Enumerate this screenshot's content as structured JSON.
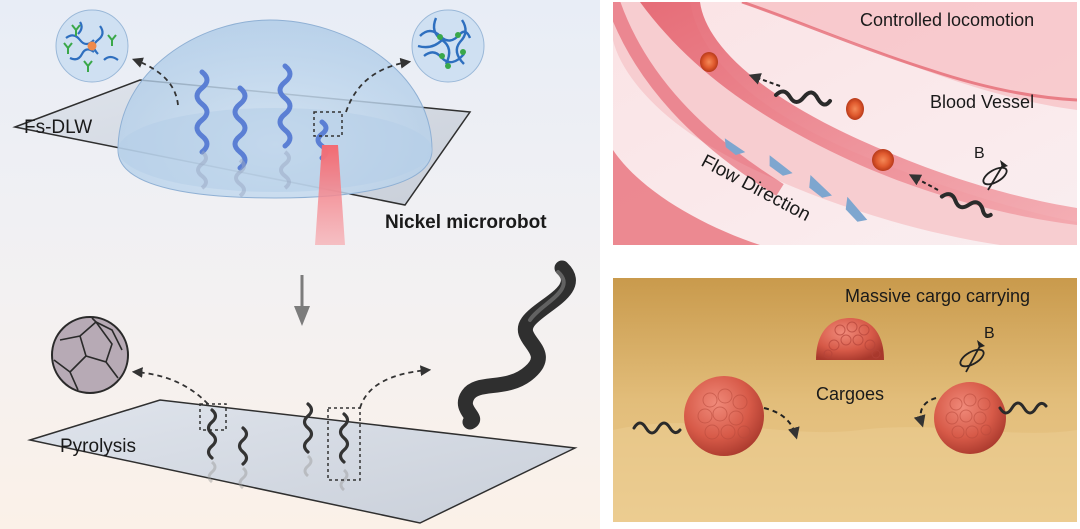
{
  "labels": {
    "fs_dlw": "Fs-DLW",
    "pyrolysis": "Pyrolysis",
    "nickel_microrobot": "Nickel microrobot",
    "controlled_locomotion": "Controlled locomotion",
    "blood_vessel": "Blood Vessel",
    "flow_direction": "Flow Direction",
    "b_field_vessel": "B",
    "massive_cargo_carrying": "Massive cargo carrying",
    "cargoes": "Cargoes",
    "b_field_cargo": "B"
  },
  "colors": {
    "helix_blue": "#5b7fd4",
    "helix_dark": "#3a3a3a",
    "laser": "#f0606a",
    "dome": "#bcd6ee",
    "vessel": "#e86f78",
    "flow_arrow": "#7ea6cf",
    "sand": "#dcb46a",
    "cargo": "#d85a4a"
  },
  "icons": [
    "polymer-network-icon",
    "crosslinked-network-icon",
    "carbon-grain-icon",
    "magnetic-field-icon"
  ]
}
